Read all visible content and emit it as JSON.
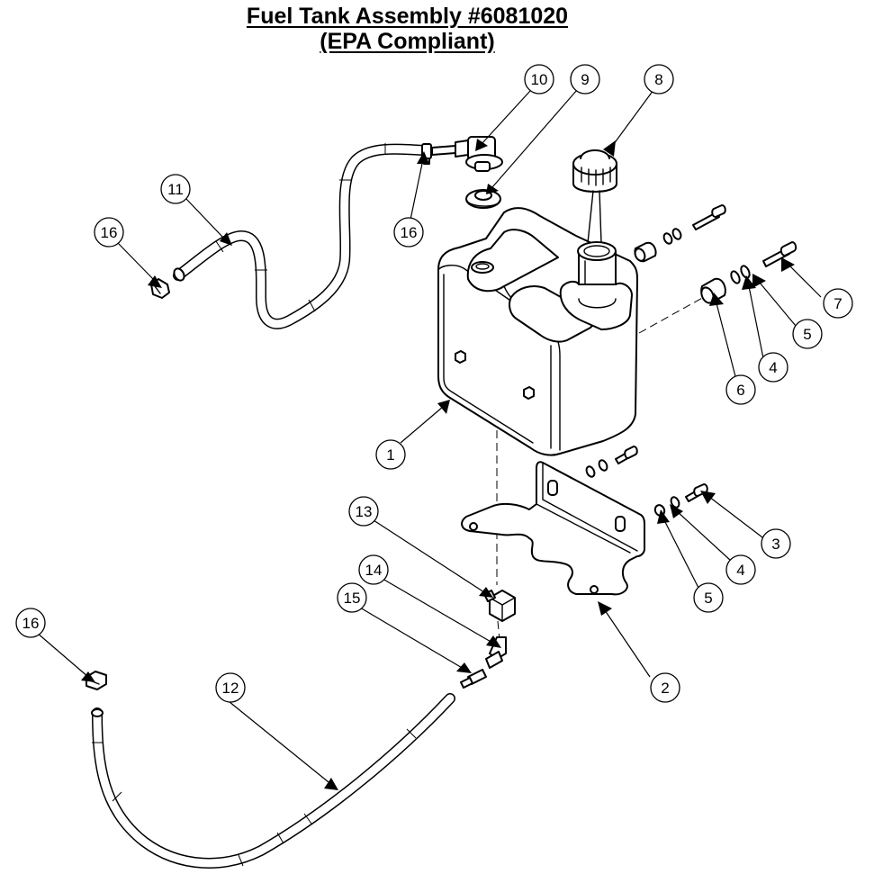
{
  "title": {
    "line1": "Fuel Tank Assembly #6081020",
    "line2": "(EPA Compliant)"
  },
  "callouts": [
    {
      "id": "callout-1",
      "label": "1"
    },
    {
      "id": "callout-2",
      "label": "2"
    },
    {
      "id": "callout-3",
      "label": "3"
    },
    {
      "id": "callout-4a",
      "label": "4"
    },
    {
      "id": "callout-4b",
      "label": "4"
    },
    {
      "id": "callout-5a",
      "label": "5"
    },
    {
      "id": "callout-5b",
      "label": "5"
    },
    {
      "id": "callout-6",
      "label": "6"
    },
    {
      "id": "callout-7",
      "label": "7"
    },
    {
      "id": "callout-8",
      "label": "8"
    },
    {
      "id": "callout-9",
      "label": "9"
    },
    {
      "id": "callout-10",
      "label": "10"
    },
    {
      "id": "callout-11",
      "label": "11"
    },
    {
      "id": "callout-12",
      "label": "12"
    },
    {
      "id": "callout-13",
      "label": "13"
    },
    {
      "id": "callout-14",
      "label": "14"
    },
    {
      "id": "callout-15",
      "label": "15"
    },
    {
      "id": "callout-16a",
      "label": "16"
    },
    {
      "id": "callout-16b",
      "label": "16"
    },
    {
      "id": "callout-16c",
      "label": "16"
    }
  ]
}
